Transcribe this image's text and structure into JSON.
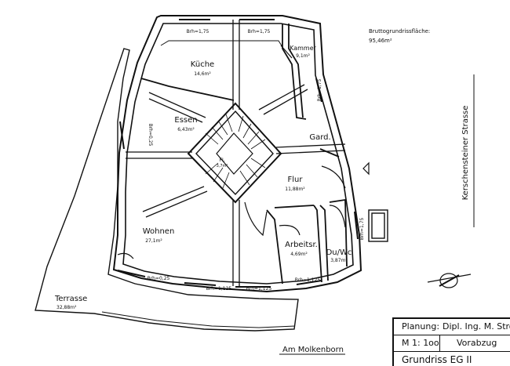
{
  "rooms": {
    "kueche": {
      "name": "Küche",
      "area": "14,6m²"
    },
    "kammer": {
      "name": "Kammer",
      "area": "9,1m²"
    },
    "essen": {
      "name": "Essen",
      "area": "6,43m²"
    },
    "gard": {
      "name": "Gard."
    },
    "flur": {
      "name": "Flur",
      "area": "11,88m²"
    },
    "wohnen": {
      "name": "Wohnen",
      "area": "27,1m²"
    },
    "arbeitsr": {
      "name": "Arbeitsr.",
      "area": "4,69m²"
    },
    "duwc": {
      "name": "Du/Wc",
      "area": "3,87m²"
    },
    "stair": {
      "name": "FL",
      "area": "3,7m²"
    }
  },
  "parapets": {
    "top_left": "Brh=1,75",
    "top_right": "Brh=1,75",
    "right_upper": "Brh=1,75",
    "left": "Brh=0,25",
    "right_lower": "Brh=1,75",
    "bottom_left": "Brh=0,25",
    "bottom_mid1": "Brh=1,125",
    "bottom_mid2": "Brh=1,125",
    "bottom_right": "Brh=1,125"
  },
  "gross_area": {
    "label": "Bruttogrundrissfläche:",
    "value": "95,46m²"
  },
  "terrace": {
    "name": "Terrasse",
    "area": "32,88m²"
  },
  "streets": {
    "east": "Kerschensteiner Strasse",
    "south": "Am Molkenborn"
  },
  "title_block": {
    "planung_label": "Planung:",
    "planer": "Dipl. Ing. M. Stroh",
    "scale": "M 1: 1oo",
    "status": "Vorabzug",
    "title": "Grundriss EG II"
  }
}
